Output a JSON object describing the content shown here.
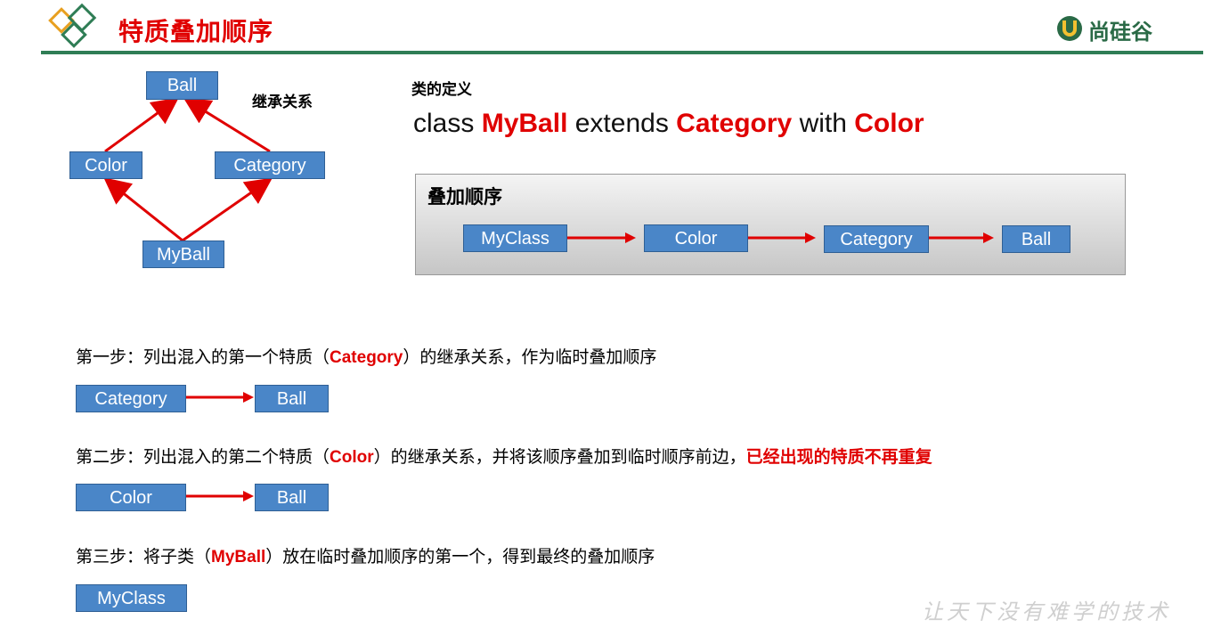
{
  "header": {
    "title": "特质叠加顺序",
    "logo_text": "尚硅谷"
  },
  "inheritance": {
    "label": "继承关系",
    "ball": "Ball",
    "color": "Color",
    "category": "Category",
    "myball": "MyBall"
  },
  "definition": {
    "label": "类的定义",
    "kw_class": "class",
    "name": "MyBall",
    "kw_extends": "extends",
    "parent": "Category",
    "kw_with": "with",
    "trait": "Color"
  },
  "order_panel": {
    "title": "叠加顺序",
    "items": [
      "MyClass",
      "Color",
      "Category",
      "Ball"
    ]
  },
  "steps": [
    {
      "pre": "第一步：列出混入的第一个特质（",
      "keyword": "Category",
      "post": "）的继承关系，作为临时叠加顺序",
      "emphasis": "",
      "boxes": [
        "Category",
        "Ball"
      ]
    },
    {
      "pre": "第二步：列出混入的第二个特质（",
      "keyword": "Color",
      "post": "）的继承关系，并将该顺序叠加到临时顺序前边，",
      "emphasis": "已经出现的特质不再重复",
      "boxes": [
        "Color",
        "Ball"
      ]
    },
    {
      "pre": "第三步：将子类（",
      "keyword": "MyBall",
      "post": "）放在临时叠加顺序的第一个，得到最终的叠加顺序",
      "emphasis": "",
      "boxes": [
        "MyClass"
      ]
    }
  ],
  "footer": {
    "motto": "让天下没有难学的技术"
  },
  "colors": {
    "accent_red": "#e00000",
    "box_blue": "#4a86c8",
    "rule_green": "#2f7d55"
  },
  "icons": [
    "diamond-logo-icon",
    "u-logo-icon",
    "arrow-icon"
  ]
}
